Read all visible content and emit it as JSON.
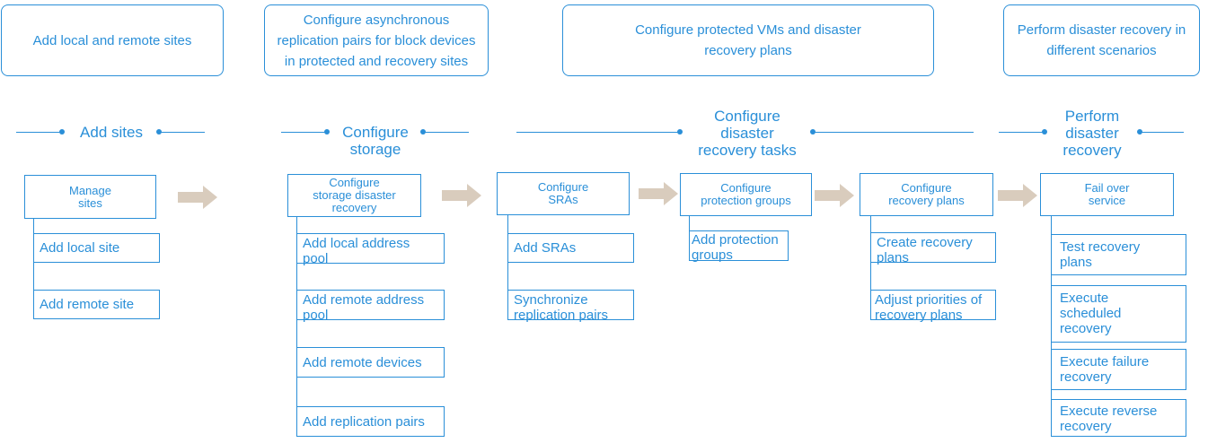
{
  "top_boxes": [
    "Add local and remote sites",
    "Configure asynchronous\nreplication pairs for block devices\nin protected and recovery sites",
    "Configure protected VMs and disaster\nrecovery plans",
    "Perform disaster recovery in\ndifferent scenarios"
  ],
  "phases": [
    "Add sites",
    "Configure\nstorage",
    "Configure\ndisaster\nrecovery tasks",
    "Perform\ndisaster\nrecovery"
  ],
  "steps": [
    {
      "title": "Manage\nsites",
      "items": [
        "Add local site",
        "Add remote site"
      ]
    },
    {
      "title": "Configure\nstorage disaster\nrecovery",
      "items": [
        "Add local address\npool",
        "Add remote address\npool",
        "Add remote devices",
        "Add replication pairs"
      ]
    },
    {
      "title": "Configure\nSRAs",
      "items": [
        "Add SRAs",
        "Synchronize\nreplication pairs"
      ]
    },
    {
      "title": "Configure\nprotection groups",
      "items": [
        "Add protection\ngroups"
      ]
    },
    {
      "title": "Configure\nrecovery plans",
      "items": [
        "Create recovery\nplans",
        "Adjust priorities of\nrecovery plans"
      ]
    },
    {
      "title": "Fail over\nservice",
      "items": [
        "Test recovery\nplans",
        "Execute\nscheduled\nrecovery",
        "Execute failure\nrecovery",
        "Execute reverse\nrecovery"
      ]
    }
  ],
  "colors": {
    "line": "#2a8fd8",
    "arrow": "#d9ccbd"
  }
}
